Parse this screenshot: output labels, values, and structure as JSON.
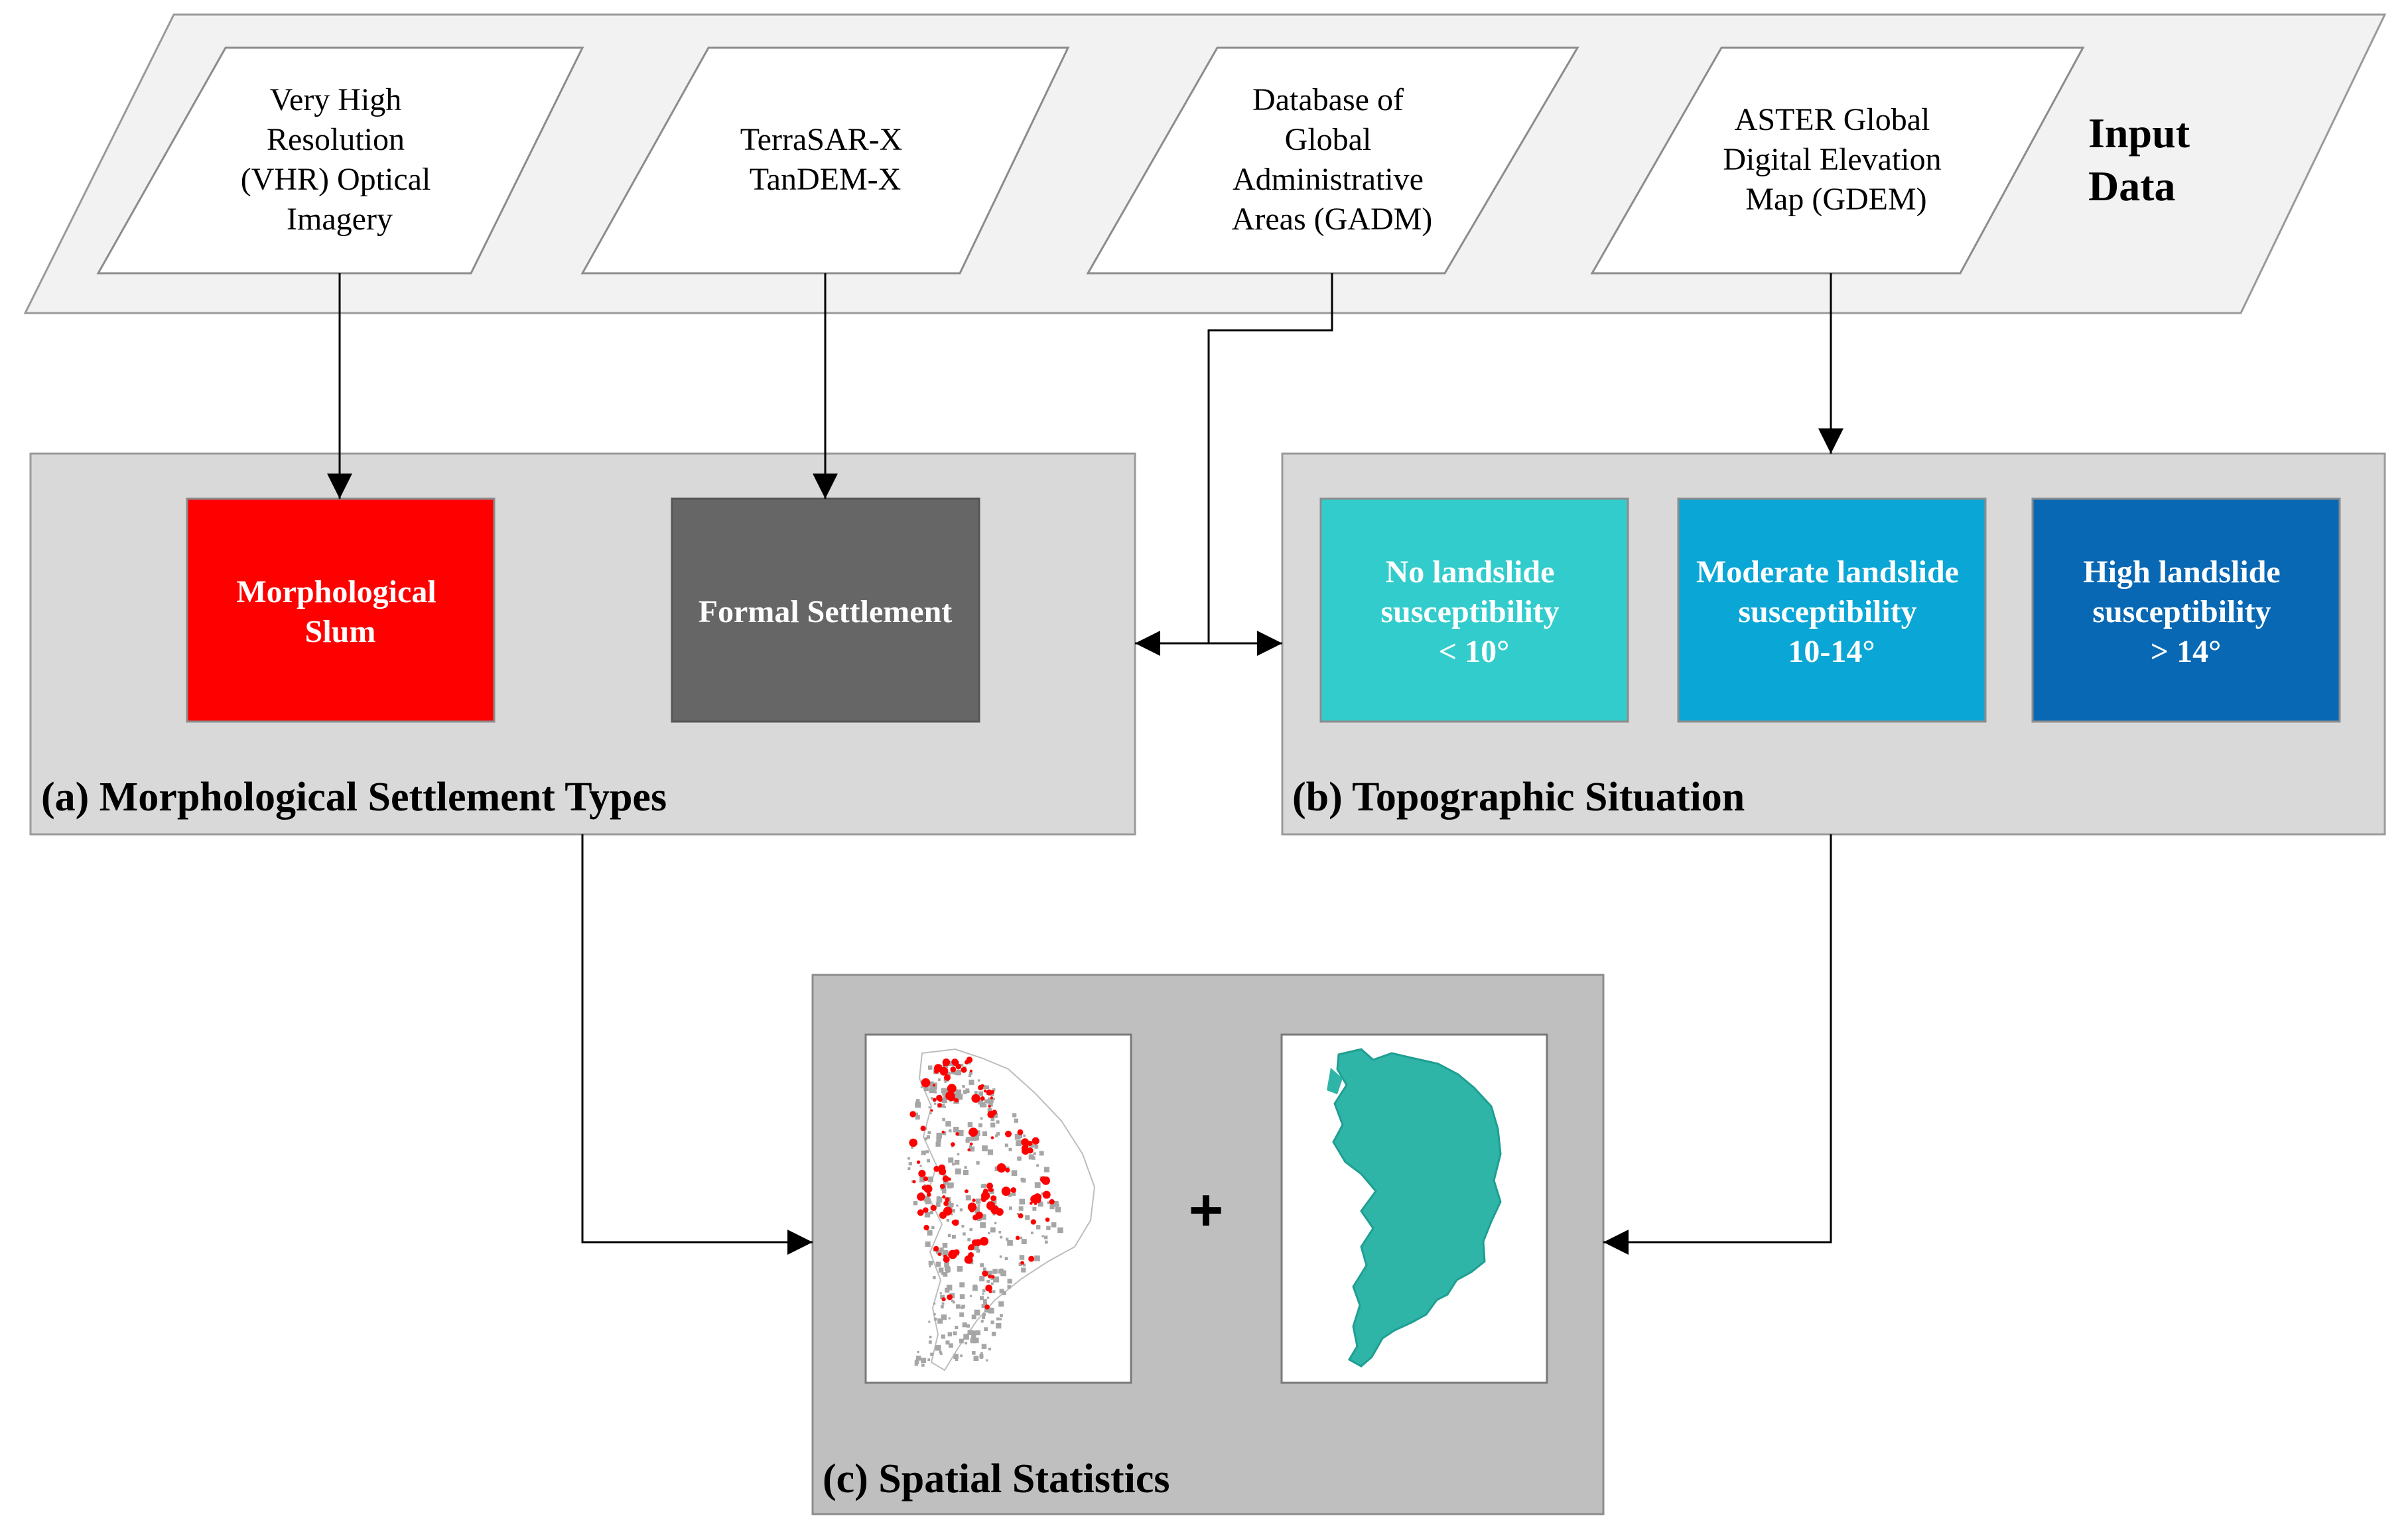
{
  "input_data": {
    "heading": [
      "Input",
      "Data"
    ],
    "sources": [
      {
        "lines": [
          "Very High",
          "Resolution",
          "(VHR) Optical",
          "Imagery"
        ]
      },
      {
        "lines": [
          "TerraSAR-X",
          "TanDEM-X"
        ]
      },
      {
        "lines": [
          "Database of",
          "Global",
          "Administrative",
          "Areas (GADM)"
        ]
      },
      {
        "lines": [
          "ASTER Global",
          "Digital Elevation",
          "Map (GDEM)"
        ]
      }
    ]
  },
  "panel_a": {
    "title": "(a) Morphological Settlement Types",
    "boxes": [
      {
        "lines": [
          "Morphological",
          "Slum"
        ],
        "color": "#ff0000"
      },
      {
        "lines": [
          "Formal Settlement"
        ],
        "color": "#666666"
      }
    ]
  },
  "panel_b": {
    "title": "(b) Topographic Situation",
    "boxes": [
      {
        "lines": [
          "No landslide",
          "susceptibility",
          "< 10°"
        ],
        "color": "#33cccc"
      },
      {
        "lines": [
          "Moderate landslide",
          "susceptibility",
          "10-14°"
        ],
        "color": "#0aa6d6"
      },
      {
        "lines": [
          "High landslide",
          "susceptibility",
          "> 14°"
        ],
        "color": "#0868b4"
      }
    ]
  },
  "panel_c": {
    "title": "(c) Spatial Statistics",
    "plus": "+"
  },
  "colors": {
    "input_band": "#f2f2f2",
    "panel_light": "#d9d9d9",
    "panel_dark": "#bfbfbf",
    "slum_red": "#ff0000",
    "settlement_gray": "#a6a6a6",
    "elevation_teal": "#2fb5a8"
  }
}
